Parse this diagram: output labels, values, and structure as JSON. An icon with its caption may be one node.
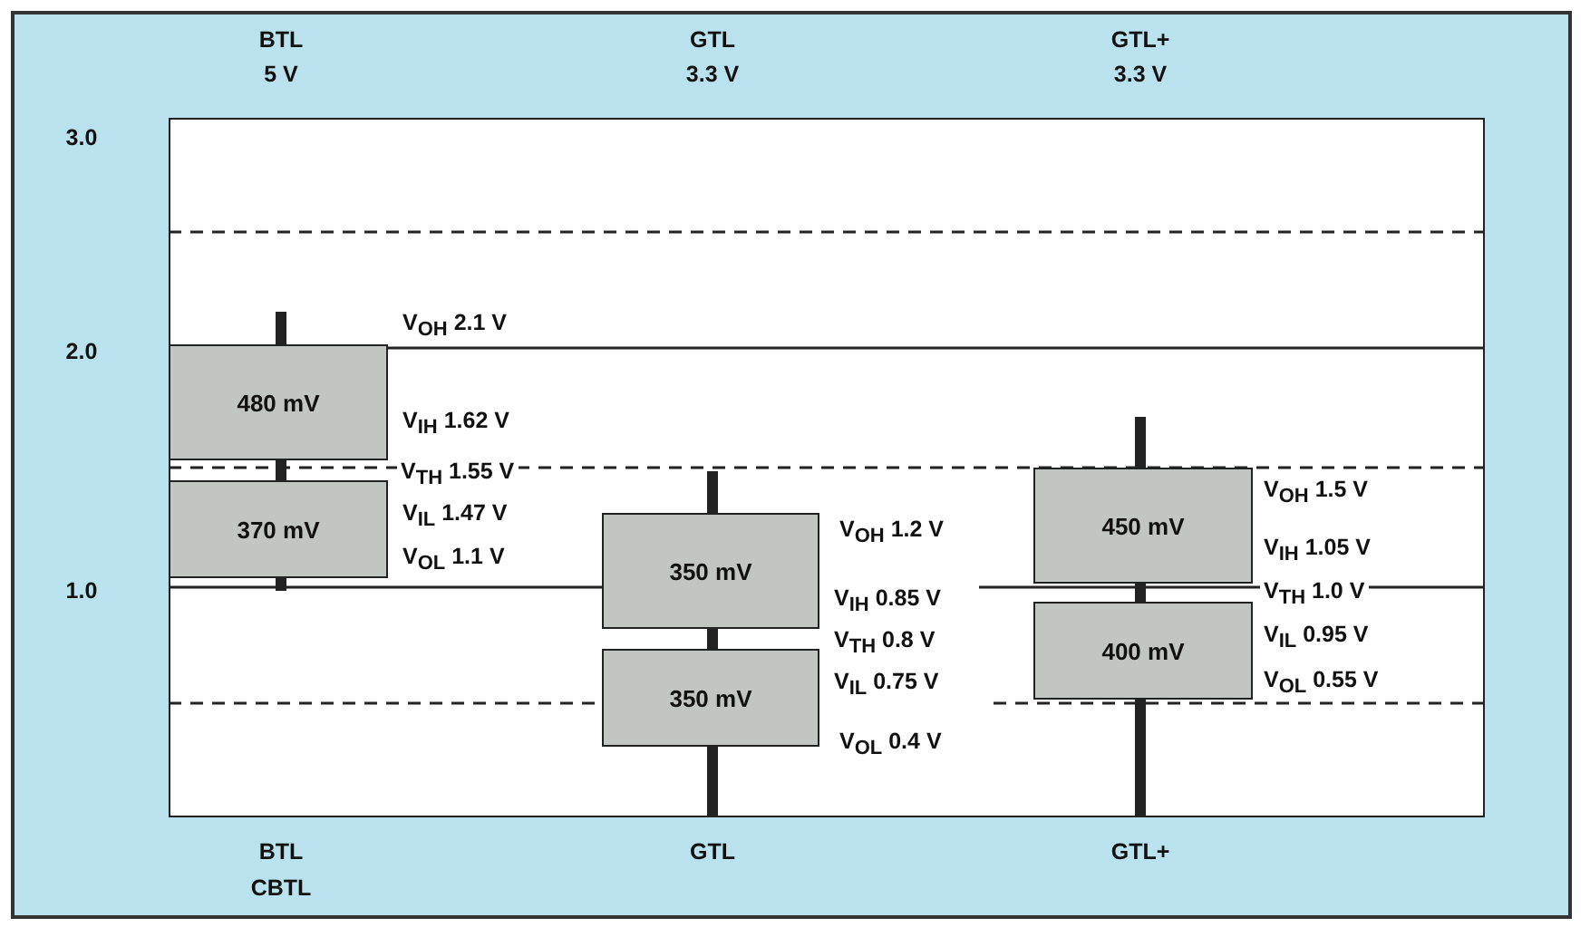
{
  "diagram": {
    "nodes": [
      {
        "text": [
          "480 mV"
        ]
      },
      {
        "text": [
          "370 mV"
        ]
      },
      {
        "text": [
          "350 mV"
        ]
      },
      {
        "text": [
          "350 mV"
        ]
      },
      {
        "text": [
          "450 mV"
        ]
      },
      {
        "text": [
          "400 mV"
        ]
      }
    ],
    "labels": [
      "BTL",
      "5 V",
      "GTL",
      "3.3 V",
      "GTL+",
      "3.3 V",
      "3.0",
      "2.0",
      "1.0",
      "V$_{OH}$ 2.1 V",
      "V$_{IH}$ 1.62 V",
      "V$_{TH}$ 1.55 V",
      "V$_{IL}$ 1.47 V",
      "V$_{OL}$ 1.1 V",
      "V$_{OH}$ 1.2 V",
      "V$_{IH}$ 0.85 V",
      "V$_{TH}$ 0.8 V",
      "V$_{IL}$ 0.75 V",
      "V$_{OL}$ 0.4 V",
      "V$_{OH}$ 1.5 V",
      "V$_{IH}$ 1.05 V",
      "V$_{TH}$ 1.0 V",
      "V$_{IL}$ 0.95 V",
      "V$_{OL}$ 0.55 V",
      "BTL",
      "CBTL",
      "GTL",
      "GTL+"
    ]
  }
}
